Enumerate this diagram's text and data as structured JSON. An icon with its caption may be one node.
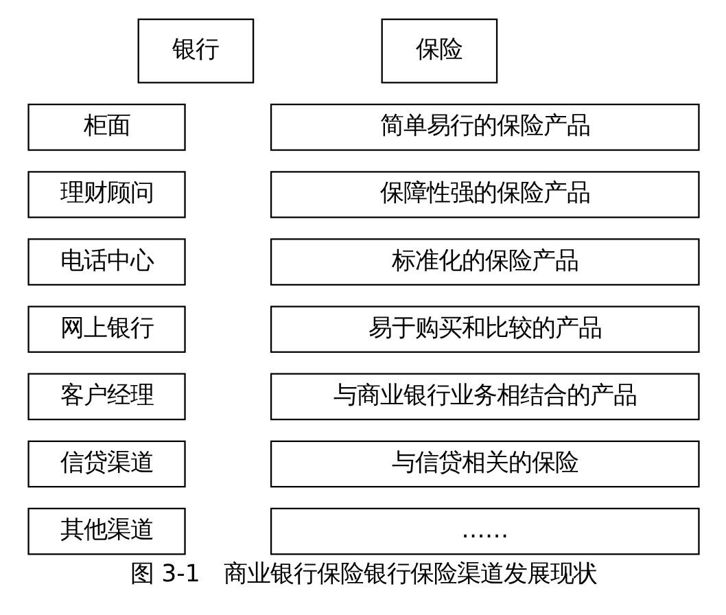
{
  "diagram": {
    "caption": "图 3-1　商业银行保险银行保险渠道发展现状",
    "nodes": [
      {
        "text": [
          "银行"
        ]
      },
      {
        "text": [
          "保险"
        ]
      },
      {
        "text": [
          "柜面"
        ]
      },
      {
        "text": [
          "简单易行的保险产品"
        ]
      },
      {
        "text": [
          "理财顾问"
        ]
      },
      {
        "text": [
          "保障性强的保险产品"
        ]
      },
      {
        "text": [
          "电话中心"
        ]
      },
      {
        "text": [
          "标准化的保险产品"
        ]
      },
      {
        "text": [
          "网上银行"
        ]
      },
      {
        "text": [
          "易于购买和比较的产品"
        ]
      },
      {
        "text": [
          "客户经理"
        ]
      },
      {
        "text": [
          "与商业银行业务相结合的产品"
        ]
      },
      {
        "text": [
          "信贷渠道"
        ]
      },
      {
        "text": [
          "与信贷相关的保险"
        ]
      },
      {
        "text": [
          "其他渠道"
        ]
      },
      {
        "text": [
          "……"
        ]
      }
    ],
    "edges": []
  }
}
